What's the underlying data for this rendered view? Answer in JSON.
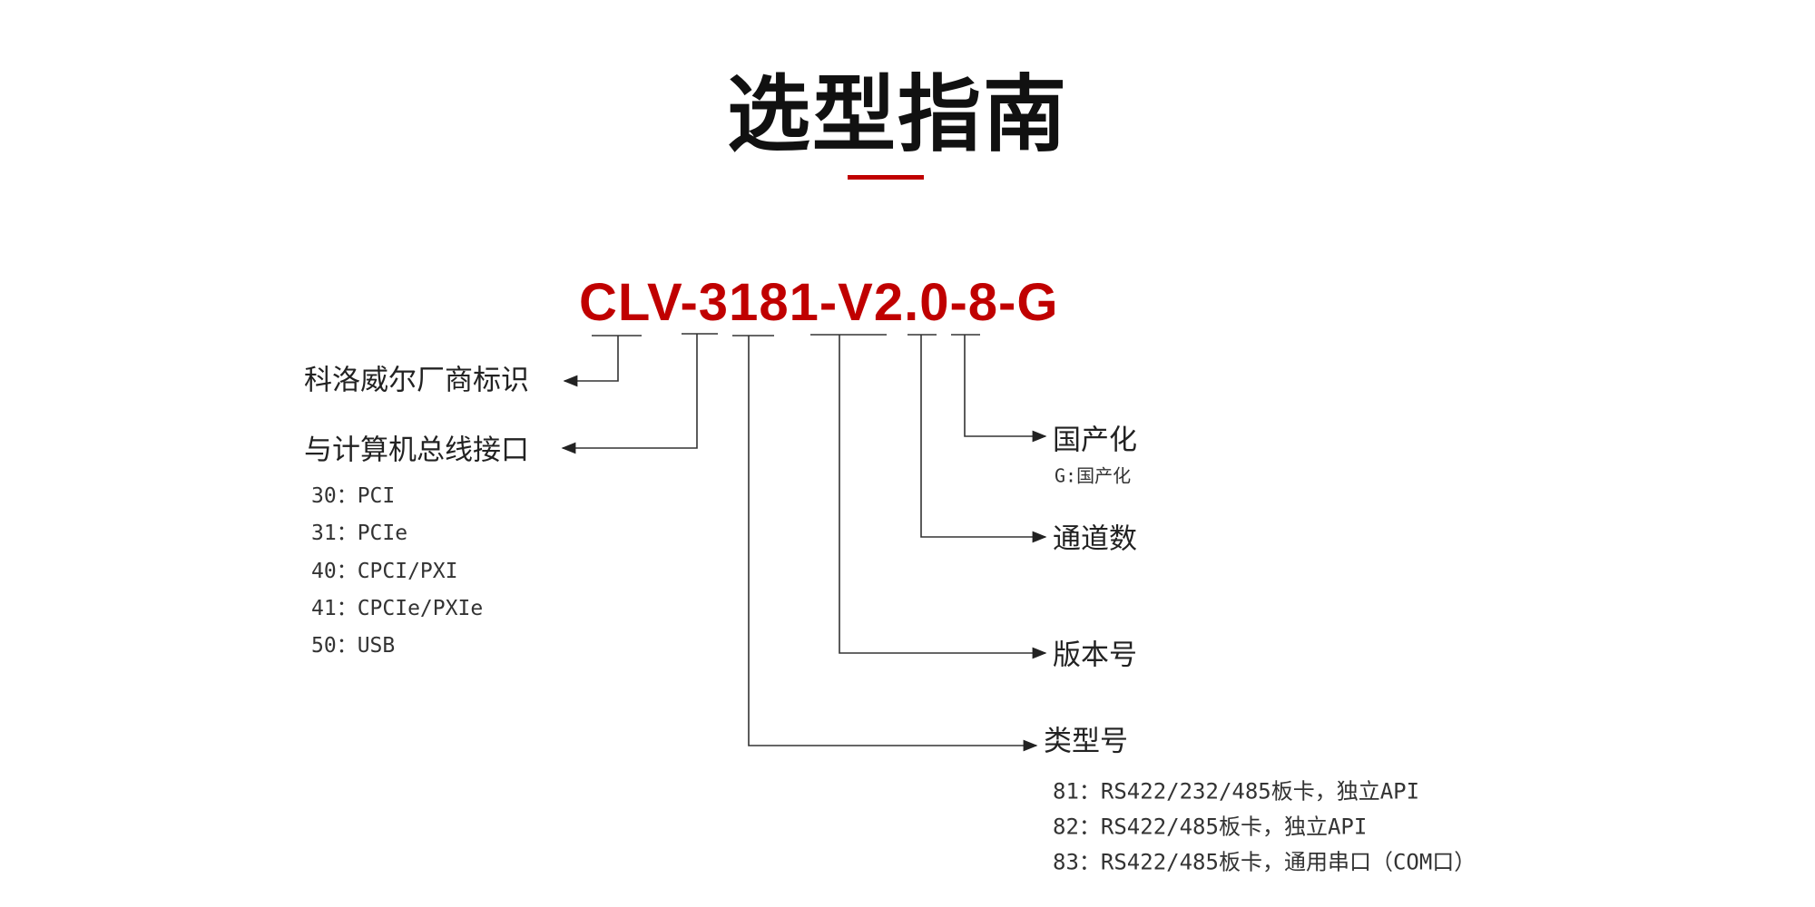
{
  "title": "选型指南",
  "colors": {
    "accent": "#c00000"
  },
  "model_code": "CLV-3181-V2.0-8-G",
  "left": {
    "vendor_label": "科洛威尔厂商标识",
    "bus_label": "与计算机总线接口",
    "bus_options": [
      "30：PCI",
      "31：PCIe",
      "40：CPCI/PXI",
      "41：CPCIe/PXIe",
      "50：USB"
    ]
  },
  "right": {
    "domestic_label": "国产化",
    "domestic_note": "G:国产化",
    "channels_label": "通道数",
    "version_label": "版本号",
    "type_label": "类型号",
    "type_options": [
      "81：RS422/232/485板卡，独立API",
      "82：RS422/485板卡，独立API",
      "83：RS422/485板卡，通用串口（COM口）"
    ]
  }
}
